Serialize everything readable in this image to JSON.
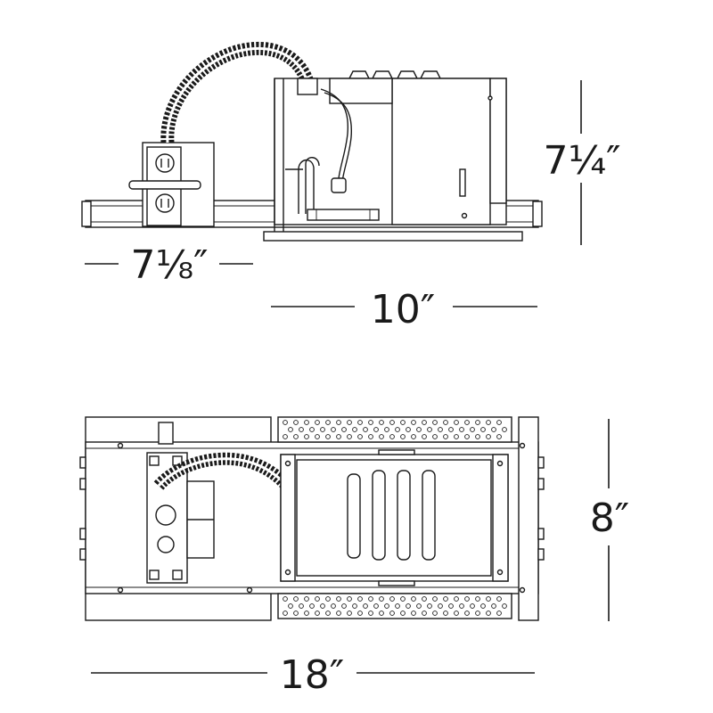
{
  "dimensions": {
    "width_side": "7⅛″",
    "length_side": "10″",
    "height_side": "7¼″",
    "length_top": "18″",
    "width_top": "8″"
  },
  "colors": {
    "line": "#1a1a1a",
    "background": "#ffffff"
  }
}
